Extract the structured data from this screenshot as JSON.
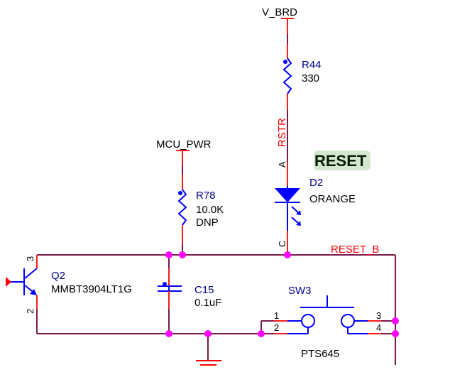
{
  "title_badge": {
    "text": "RESET",
    "background": "#d4e8d0"
  },
  "nets": {
    "v_brd": "V_BRD",
    "mcu_pwr": "MCU_PWR",
    "rstr": "RSTR",
    "reset_b": "RESET_B"
  },
  "components": {
    "r44": {
      "ref": "R44",
      "value": "330"
    },
    "r78": {
      "ref": "R78",
      "value": "10.0K",
      "note": "DNP"
    },
    "d2": {
      "ref": "D2",
      "value": "ORANGE",
      "pin_a": "A",
      "pin_c": "C"
    },
    "q2": {
      "ref": "Q2",
      "value": "MMBT3904LT1G",
      "pin_3": "3",
      "pin_2": "2"
    },
    "c15": {
      "ref": "C15",
      "value": "0.1uF"
    },
    "sw3": {
      "ref": "SW3",
      "value": "PTS645",
      "pin_1": "1",
      "pin_2": "2",
      "pin_3": "3",
      "pin_4": "4"
    }
  },
  "colors": {
    "wire": "#7a1a4a",
    "pin_stub": "#ff1a1a",
    "component": "#0000ff",
    "junction": "#ff00ff",
    "net_label": "#ff0000"
  }
}
